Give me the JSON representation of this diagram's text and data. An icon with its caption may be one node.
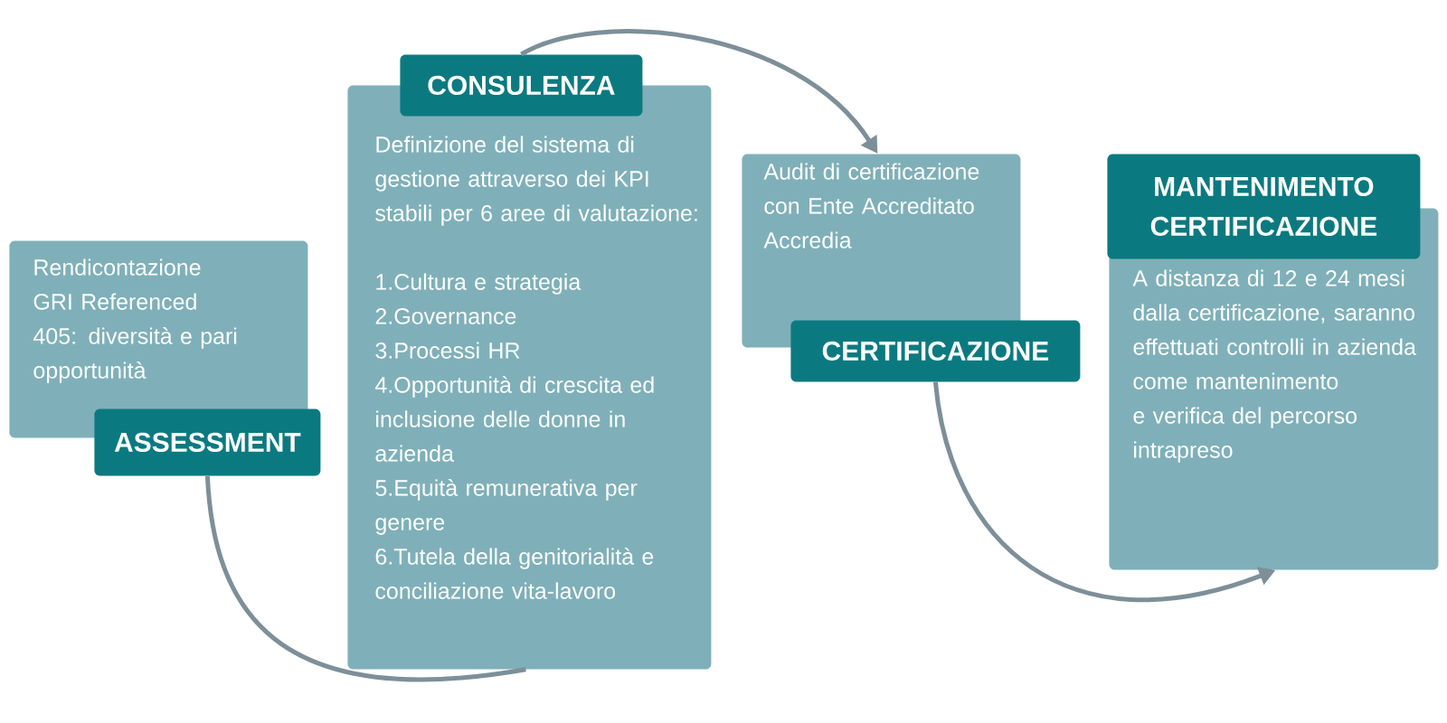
{
  "diagram": {
    "nodes": [
      {
        "text": [
          "Rendicontazione GRI Referenced 405: diversità e pari opportunità",
          "ASSESSMENT"
        ]
      },
      {
        "text": [
          "CONSULENZA",
          "Definizione del sistema di gestione attraverso dei KPI stabili per 6 aree di valutazione:",
          "1.Cultura e strategia",
          "2.Governance",
          "3.Processi HR",
          "4.Opportunità di crescita ed inclusione delle donne in azienda",
          "5.Equità remunerativa per genere",
          "6.Tutela della genitorialità e conciliazione vita-lavoro"
        ]
      },
      {
        "text": [
          "Audit di certificazione con Ente Accreditato Accredia",
          "CERTIFICAZIONE"
        ]
      },
      {
        "text": [
          "MANTENIMENTO CERTIFICAZIONE",
          "A distanza di 12 e 24 mesi dalla certificazione, saranno effettuati controlli in azienda come mantenimento e verifica del percorso intrapreso"
        ]
      }
    ],
    "edges": [
      {
        "from": 0,
        "to": 1,
        "arrow": "none"
      },
      {
        "from": 1,
        "to": 2,
        "arrow": "to"
      },
      {
        "from": 2,
        "to": 3,
        "arrow": "to"
      }
    ]
  }
}
